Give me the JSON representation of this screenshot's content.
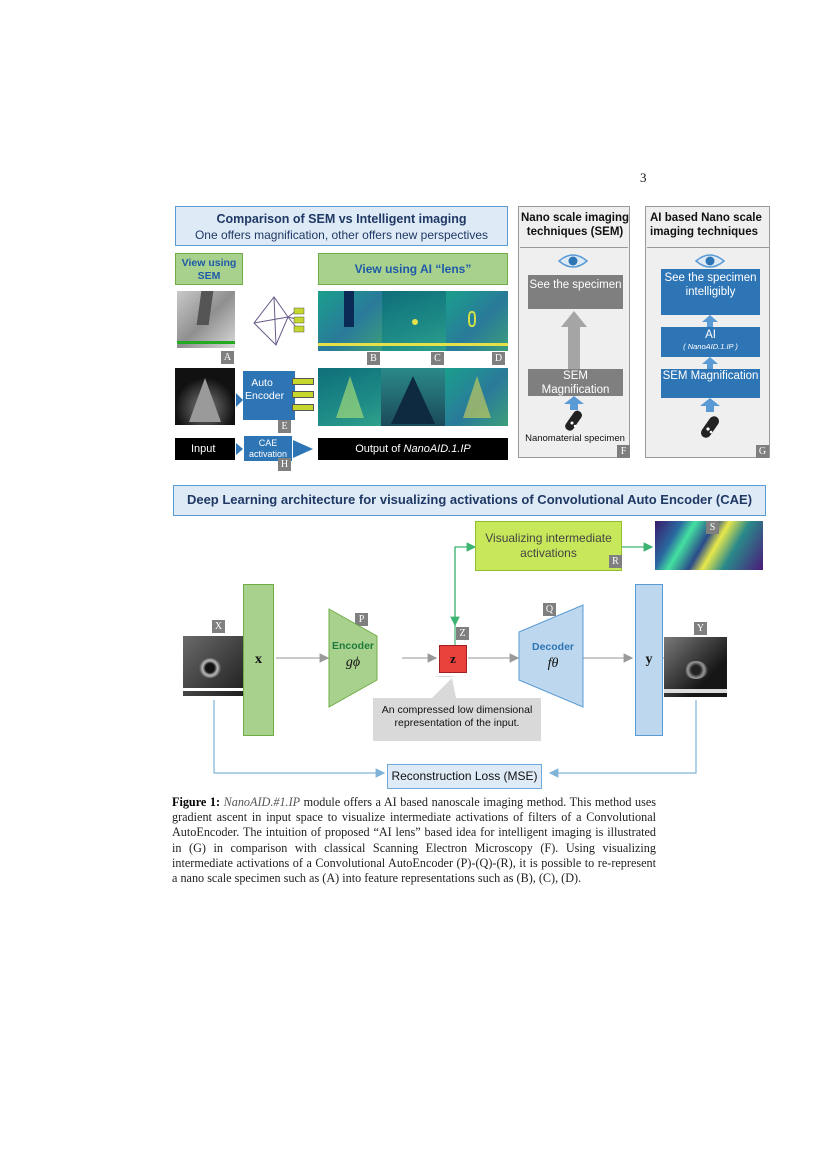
{
  "page_number": "3",
  "top": {
    "comparison_title": "Comparison of SEM vs Intelligent imaging",
    "comparison_subtitle": "One offers magnification, other offers new perspectives",
    "view_sem": "View using SEM",
    "view_ai": "View using AI “lens”",
    "auto_encoder": "Auto Encoder",
    "input_label": "Input",
    "cae_activation": "CAE activation",
    "output_prefix": "Output of ",
    "output_name": "NanoAID.1.IP",
    "tags": {
      "a": "A",
      "b": "B",
      "c": "C",
      "d": "D",
      "e": "E",
      "f": "F",
      "g": "G",
      "h": "H"
    }
  },
  "sem_panel": {
    "title": "Nano scale imaging techniques (SEM)",
    "see": "See the specimen",
    "magnification": "SEM Magnification",
    "specimen": "Nanomaterial specimen"
  },
  "ai_panel": {
    "title": "AI based Nano scale imaging techniques",
    "see": "See the specimen intelligibly",
    "ai": "AI",
    "ai_name": "( NanoAID.1.IP )",
    "magnification": "SEM Magnification"
  },
  "architecture": {
    "title": "Deep Learning architecture for visualizing activations of Convolutional Auto Encoder (CAE)",
    "visualizing": "Visualizing intermediate activations",
    "x": "x",
    "encoder": "Encoder",
    "encoder_fn": "gϕ",
    "z": "z",
    "decoder": "Decoder",
    "decoder_fn": "fθ",
    "y": "y",
    "callout": "An compressed low dimensional representation of the input.",
    "loss": "Reconstruction Loss (MSE)",
    "tags": {
      "x": "X",
      "p": "P",
      "z": "Z",
      "q": "Q",
      "y": "Y",
      "r": "R",
      "s": "S"
    }
  },
  "caption": {
    "label": "Figure 1:",
    "module": "NanoAID.#1.IP",
    "text": " module offers a AI based nanoscale imaging method. This method uses gradient ascent in input space to visualize intermediate activations of filters of a Convolutional AutoEncoder. The intuition of proposed “AI lens” based idea for intelligent imaging is illustrated in (G) in comparison with classical Scanning Electron Microscopy (F). Using visualizing intermediate activations of a Convolutional AutoEncoder (P)-(Q)-(R), it is possible to re-represent a nano scale specimen such as (A) into feature representations such as (B), (C), (D)."
  },
  "colors": {
    "header_blue": "#deebf7",
    "box_blue": "#2e75b6",
    "green": "#a9d18e",
    "z_red": "#e8403a",
    "lime": "#c7e85a"
  }
}
